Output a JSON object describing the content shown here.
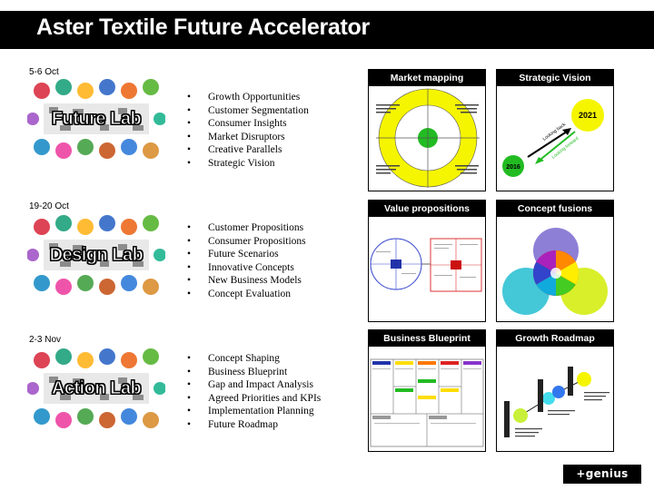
{
  "title": "Aster Textile Future Accelerator",
  "labs": [
    {
      "date": "5-6 Oct",
      "label": "Future Lab",
      "bullets": [
        "Growth Opportunities",
        "Customer Segmentation",
        "Consumer Insights",
        "Market Disruptors",
        "Creative Parallels",
        "Strategic Vision"
      ]
    },
    {
      "date": "19-20 Oct",
      "label": "Design Lab",
      "bullets": [
        "Customer Propositions",
        "Consumer Propositions",
        "Future Scenarios",
        "Innovative Concepts",
        "New Business Models",
        "Concept Evaluation"
      ]
    },
    {
      "date": "2-3 Nov",
      "label": "Action Lab",
      "bullets": [
        "Concept Shaping",
        "Business Blueprint",
        "Gap and Impact Analysis",
        "Agreed Priorities and KPIs",
        "Implementation Planning",
        "Future Roadmap"
      ]
    }
  ],
  "panels": {
    "market_mapping": "Market mapping",
    "strategic_vision": "Strategic Vision",
    "value_propositions": "Value propositions",
    "concept_fusions": "Concept fusions",
    "business_blueprint": "Business Blueprint",
    "growth_roadmap": "Growth Roadmap"
  },
  "strategic_vision": {
    "year_start": "2016",
    "year_end": "2021",
    "arrow_back": "Looking back",
    "arrow_forward": "Looking forward"
  },
  "colors": {
    "title_bar": "#000000",
    "yellow": "#f5f500",
    "green": "#22bb22",
    "purple": "#8e7fd6",
    "cyan": "#44c8d8",
    "lime": "#d8ef2a"
  },
  "logo": "+genius"
}
